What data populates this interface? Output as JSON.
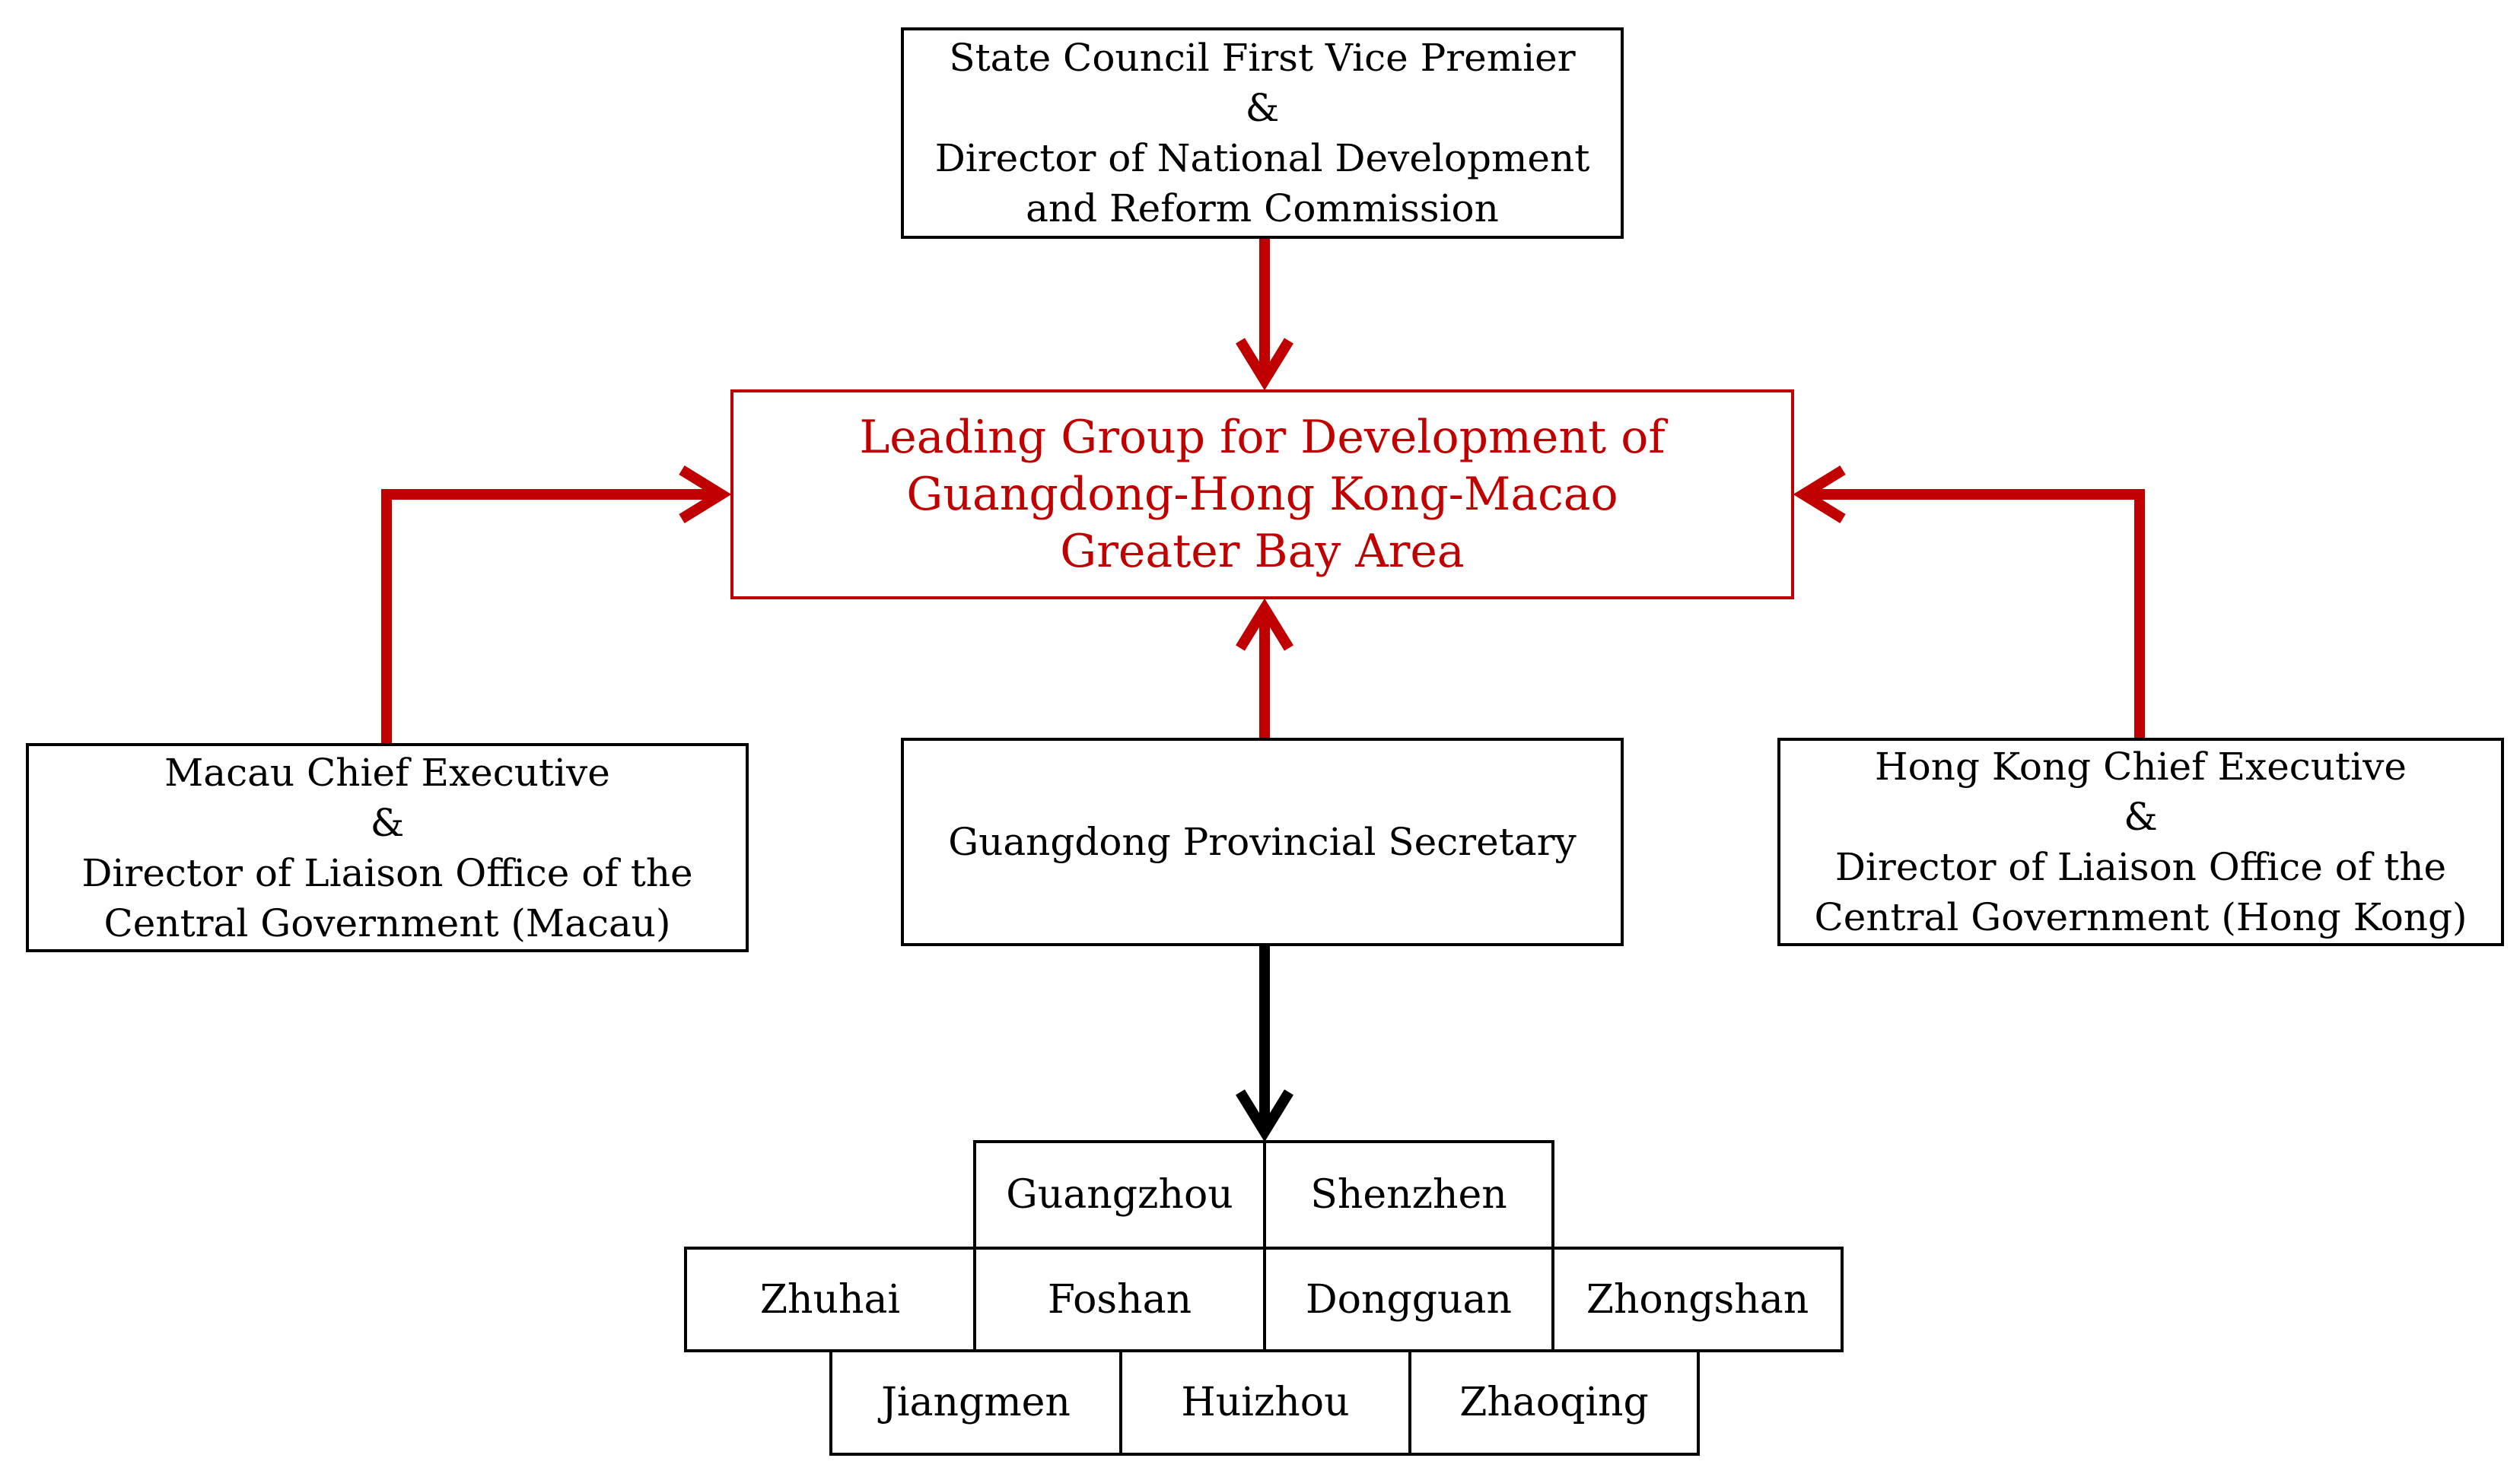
{
  "nodes": {
    "state_council": {
      "lines": [
        "State Council First Vice Premier",
        "&",
        "Director of National Development",
        "and Reform Commission"
      ]
    },
    "leading_group": {
      "lines": [
        "Leading Group for Development of",
        "Guangdong-Hong Kong-Macao",
        "Greater Bay Area"
      ]
    },
    "macau": {
      "lines": [
        "Macau Chief Executive",
        "&",
        "Director of Liaison Office of the",
        "Central Government (Macau)"
      ]
    },
    "guangdong": {
      "lines": [
        "Guangdong Provincial Secretary"
      ]
    },
    "hong_kong": {
      "lines": [
        "Hong Kong Chief Executive",
        "&",
        "Director of Liaison Office of the",
        "Central Government (Hong Kong)"
      ]
    }
  },
  "cities": [
    "Guangzhou",
    "Shenzhen",
    "Zhuhai",
    "Foshan",
    "Dongguan",
    "Zhongshan",
    "Jiangmen",
    "Huizhou",
    "Zhaoqing"
  ],
  "colors": {
    "accent": "#c00000",
    "line": "#000000",
    "text": "#000000",
    "background": "#ffffff"
  }
}
